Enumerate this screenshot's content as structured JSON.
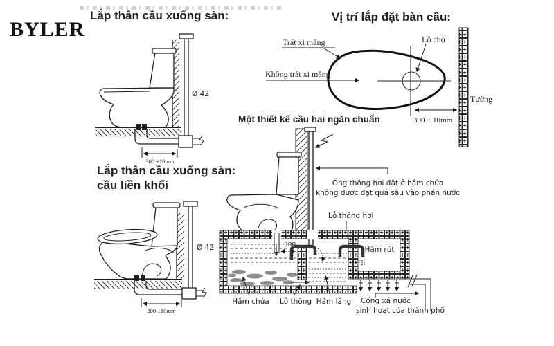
{
  "brand": {
    "logo_text": "BYLER"
  },
  "headings": {
    "install_a": "Lắp thân cầu xuống sàn:",
    "install_b_line1": "Lắp thân cầu xuống sàn:",
    "install_b_line2": "cầu liền khối",
    "position": "Vị trí lắp đặt bàn cầu:",
    "septic": "Một thiết kế cầu hai ngăn chuẩn"
  },
  "diagram_install_a": {
    "pipe_diameter": "Ø 42",
    "floor_offset": "300 ±10mm"
  },
  "diagram_install_b": {
    "pipe_diameter": "Ø 42",
    "floor_offset": "300 ±10mm"
  },
  "diagram_position": {
    "label_plaster": "Trát xi măng",
    "label_no_plaster": "Không trát xi măng",
    "label_hole": "Lỗ chờ",
    "label_wall": "Tường",
    "wall_offset": "300 ± 10mm"
  },
  "diagram_septic": {
    "note_line1": "Ống thông hơi đặt ở hầm chứa",
    "note_line2": "không được đặt quá sâu vào phần nước",
    "label_vent_hole": "Lỗ thông hơi",
    "dim_inlet": "300",
    "label_pit_absorption": "Hầm rút",
    "label_pit_storage": "Hầm chứa",
    "label_opening": "Lỗ thông",
    "label_pit_settling": "Hầm lắng",
    "label_sewer_line1": "Cống xả nước",
    "label_sewer_line2": "sinh hoạt của thành phố"
  },
  "colors": {
    "ink": "#1f1f1f",
    "sludge": "#8c8c8c",
    "background": "#ffffff"
  }
}
